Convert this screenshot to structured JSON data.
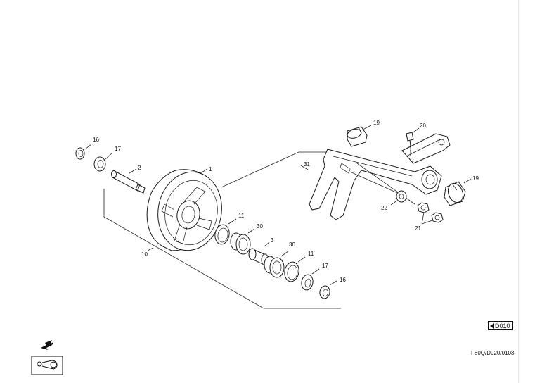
{
  "diagram": {
    "callouts": [
      {
        "id": "c16a",
        "text": "16"
      },
      {
        "id": "c17a",
        "text": "17"
      },
      {
        "id": "c2",
        "text": "2"
      },
      {
        "id": "c1",
        "text": "1"
      },
      {
        "id": "c10",
        "text": "10"
      },
      {
        "id": "c11a",
        "text": "11"
      },
      {
        "id": "c30a",
        "text": "30"
      },
      {
        "id": "c3",
        "text": "3"
      },
      {
        "id": "c30b",
        "text": "30"
      },
      {
        "id": "c11b",
        "text": "11"
      },
      {
        "id": "c17b",
        "text": "17"
      },
      {
        "id": "c16b",
        "text": "16"
      },
      {
        "id": "c19a",
        "text": "19"
      },
      {
        "id": "c20",
        "text": "20"
      },
      {
        "id": "c31",
        "text": "31"
      },
      {
        "id": "c19b",
        "text": "19"
      },
      {
        "id": "c22",
        "text": "22"
      },
      {
        "id": "c21",
        "text": "21"
      }
    ],
    "reference_box": "D010",
    "drawing_code": "F80Q/D020/0103-"
  }
}
